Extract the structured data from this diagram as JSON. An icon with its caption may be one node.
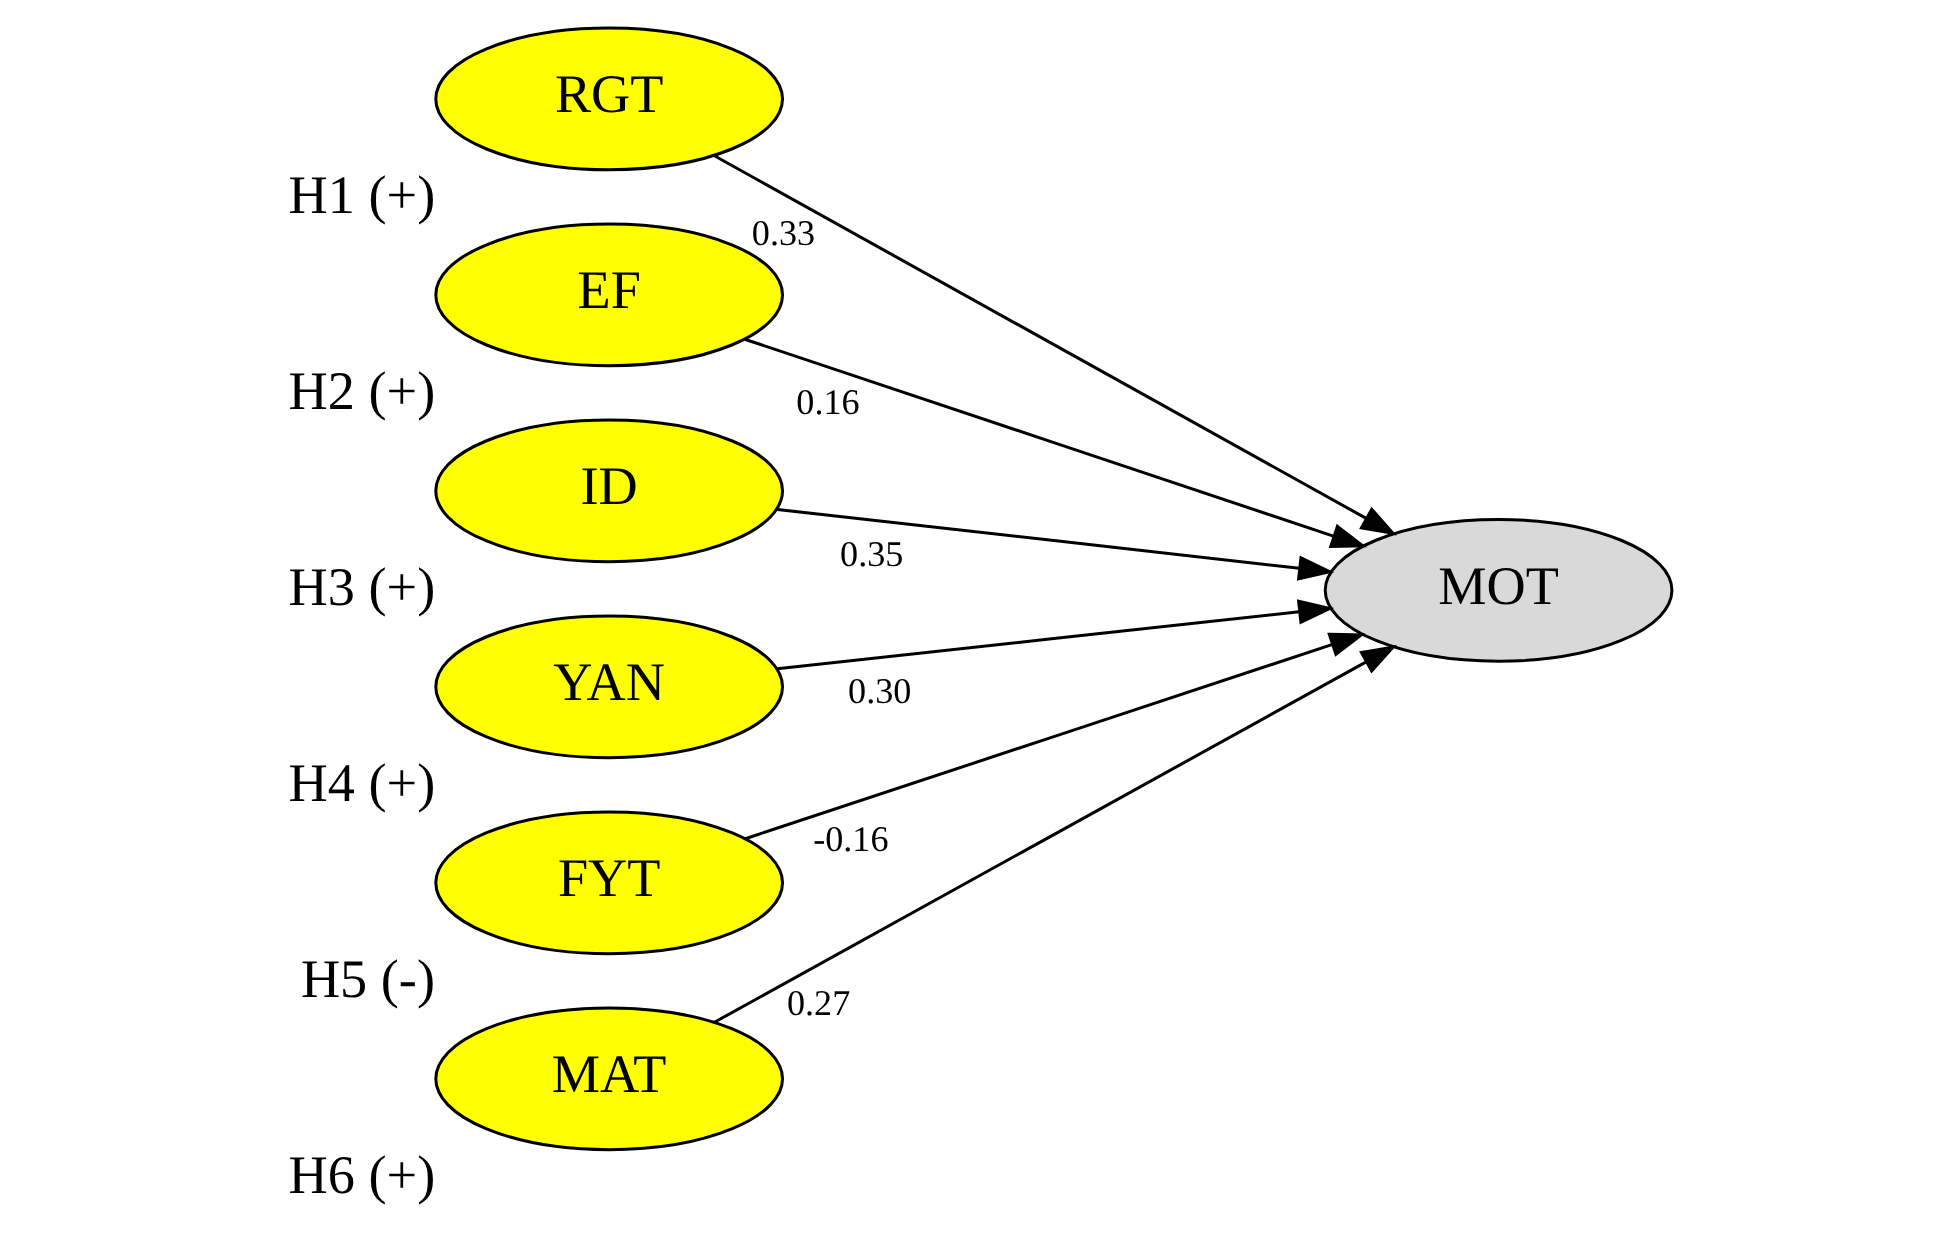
{
  "diagram": {
    "nodes": [
      {
        "text": [
          "RGT"
        ],
        "beside": [
          "H1 (+)"
        ]
      },
      {
        "text": [
          "EF"
        ],
        "beside": [
          "H2 (+)"
        ]
      },
      {
        "text": [
          "ID"
        ],
        "beside": [
          "H3 (+)"
        ]
      },
      {
        "text": [
          "YAN"
        ],
        "beside": [
          "H4 (+)"
        ]
      },
      {
        "text": [
          "FYT"
        ],
        "beside": [
          "H5 (-)"
        ]
      },
      {
        "text": [
          "MAT"
        ],
        "beside": [
          "H6 (+)"
        ]
      },
      {
        "text": [
          "MOT"
        ]
      }
    ],
    "edges": [
      {
        "from": 0,
        "to": 6,
        "arrow": "to",
        "label": "0.33"
      },
      {
        "from": 1,
        "to": 6,
        "arrow": "to",
        "label": "0.16"
      },
      {
        "from": 2,
        "to": 6,
        "arrow": "to",
        "label": "0.35"
      },
      {
        "from": 3,
        "to": 6,
        "arrow": "to",
        "label": "0.30"
      },
      {
        "from": 4,
        "to": 6,
        "arrow": "to",
        "label": "-0.16"
      },
      {
        "from": 5,
        "to": 6,
        "arrow": "to",
        "label": "0.27"
      }
    ]
  }
}
